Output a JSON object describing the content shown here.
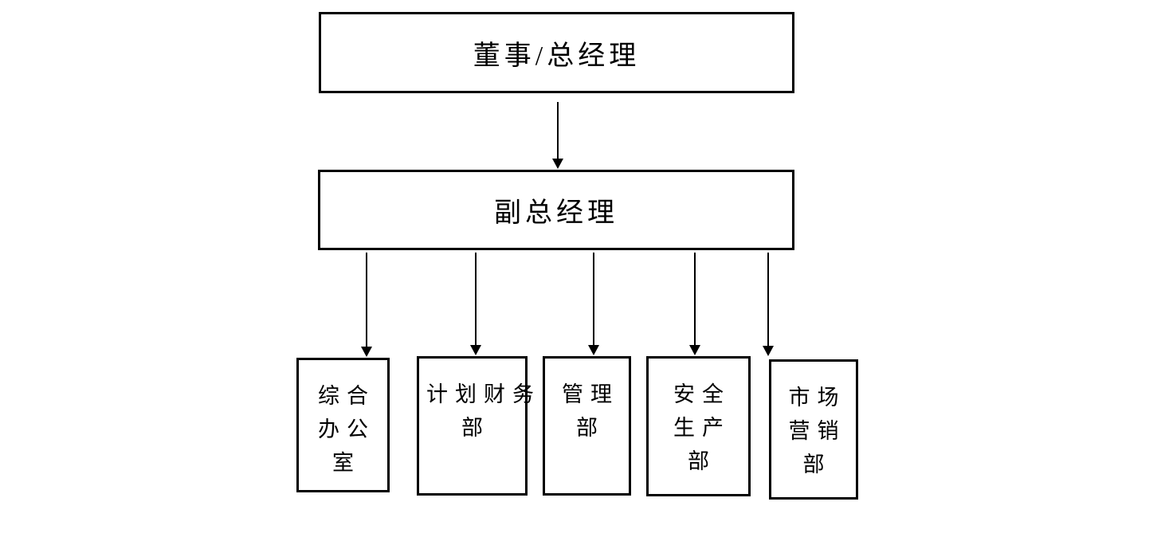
{
  "diagram": {
    "type": "org-chart",
    "colors": {
      "background": "#ffffff",
      "border": "#000000",
      "text": "#000000"
    },
    "root": {
      "label": "董事/总经理"
    },
    "deputy": {
      "label": "副总经理"
    },
    "departments": [
      {
        "name": "综合办公室",
        "lines": [
          "综合",
          "办公",
          "室"
        ]
      },
      {
        "name": "计划财务部",
        "lines": [
          "计划财务",
          "部"
        ]
      },
      {
        "name": "管理部",
        "lines": [
          "管理",
          "部"
        ]
      },
      {
        "name": "安全生产部",
        "lines": [
          "安全",
          "生产",
          "部"
        ]
      },
      {
        "name": "市场营销部",
        "lines": [
          "市场",
          "营销",
          "部"
        ]
      }
    ]
  }
}
